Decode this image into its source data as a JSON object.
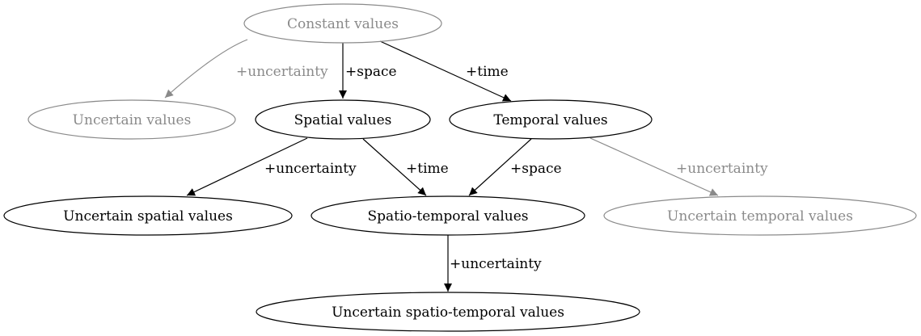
{
  "colors": {
    "primary": "#000000",
    "muted": "#8a8a8a"
  },
  "nodes": {
    "constant": {
      "label": "Constant values",
      "style": "muted"
    },
    "uncertain": {
      "label": "Uncertain values",
      "style": "muted"
    },
    "spatial": {
      "label": "Spatial values",
      "style": "primary"
    },
    "temporal": {
      "label": "Temporal values",
      "style": "primary"
    },
    "uncertain_spatial": {
      "label": "Uncertain spatial values",
      "style": "primary"
    },
    "spatiotemporal": {
      "label": "Spatio-temporal values",
      "style": "primary"
    },
    "uncertain_temporal": {
      "label": "Uncertain temporal values",
      "style": "muted"
    },
    "uncertain_spatiotemporal": {
      "label": "Uncertain spatio-temporal values",
      "style": "primary"
    }
  },
  "edges": {
    "constant_to_uncertain": {
      "from": "constant",
      "to": "uncertain",
      "label": "+uncertainty",
      "style": "muted"
    },
    "constant_to_spatial": {
      "from": "constant",
      "to": "spatial",
      "label": "+space",
      "style": "primary"
    },
    "constant_to_temporal": {
      "from": "constant",
      "to": "temporal",
      "label": "+time",
      "style": "primary"
    },
    "spatial_to_uncertain_spatial": {
      "from": "spatial",
      "to": "uncertain_spatial",
      "label": "+uncertainty",
      "style": "primary"
    },
    "spatial_to_spatiotemporal": {
      "from": "spatial",
      "to": "spatiotemporal",
      "label": "+time",
      "style": "primary"
    },
    "temporal_to_spatiotemporal": {
      "from": "temporal",
      "to": "spatiotemporal",
      "label": "+space",
      "style": "primary"
    },
    "temporal_to_uncertain_temporal": {
      "from": "temporal",
      "to": "uncertain_temporal",
      "label": "+uncertainty",
      "style": "muted"
    },
    "spatiotemporal_to_uncertain_spatiotemporal": {
      "from": "spatiotemporal",
      "to": "uncertain_spatiotemporal",
      "label": "+uncertainty",
      "style": "primary"
    }
  }
}
